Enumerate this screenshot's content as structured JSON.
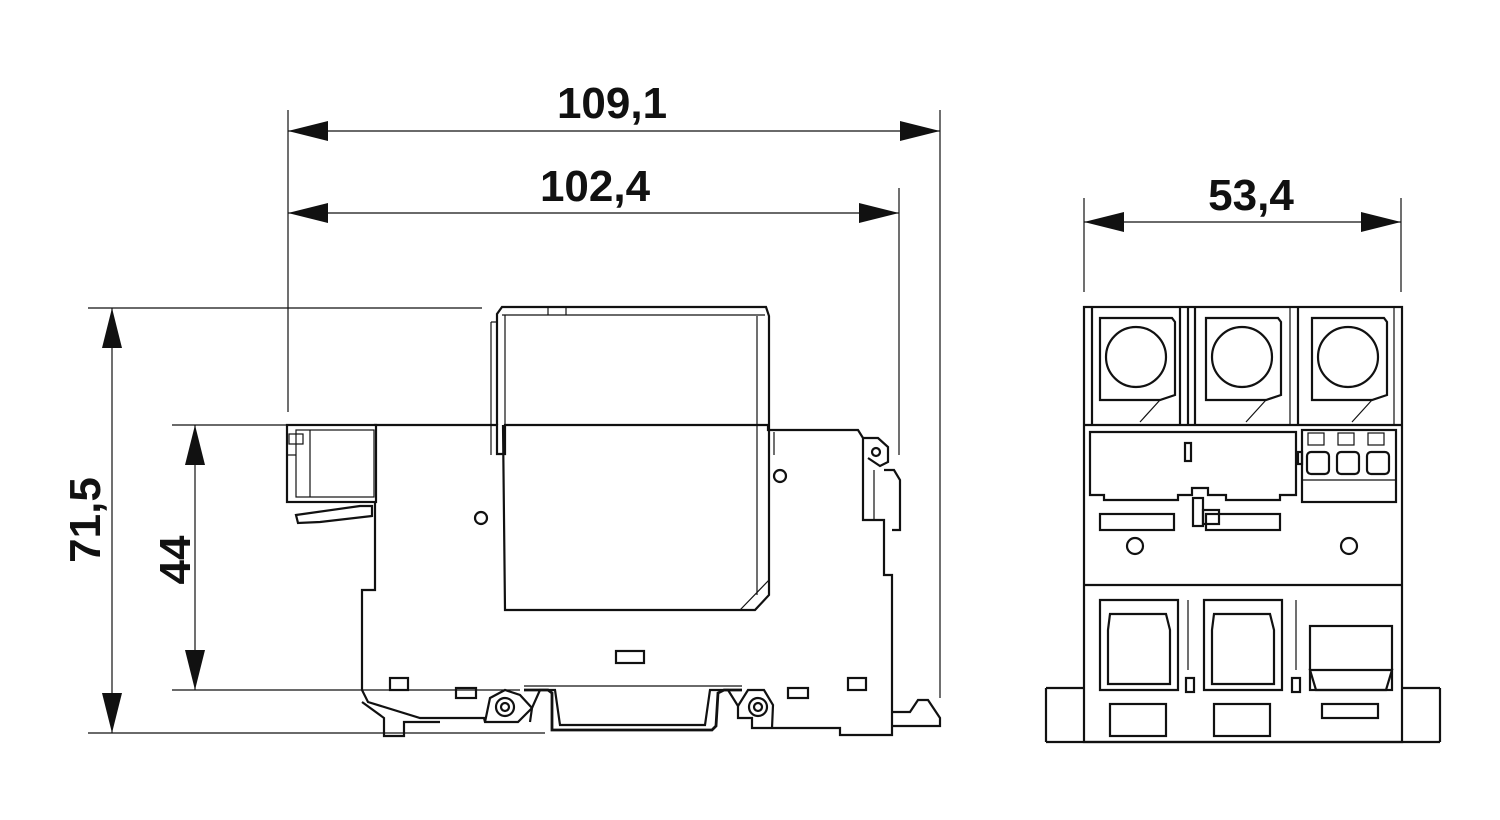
{
  "dimensions": {
    "overall_length": "109,1",
    "housing_length": "102,4",
    "overall_height": "71,5",
    "mounting_height": "44",
    "width": "53,4"
  }
}
